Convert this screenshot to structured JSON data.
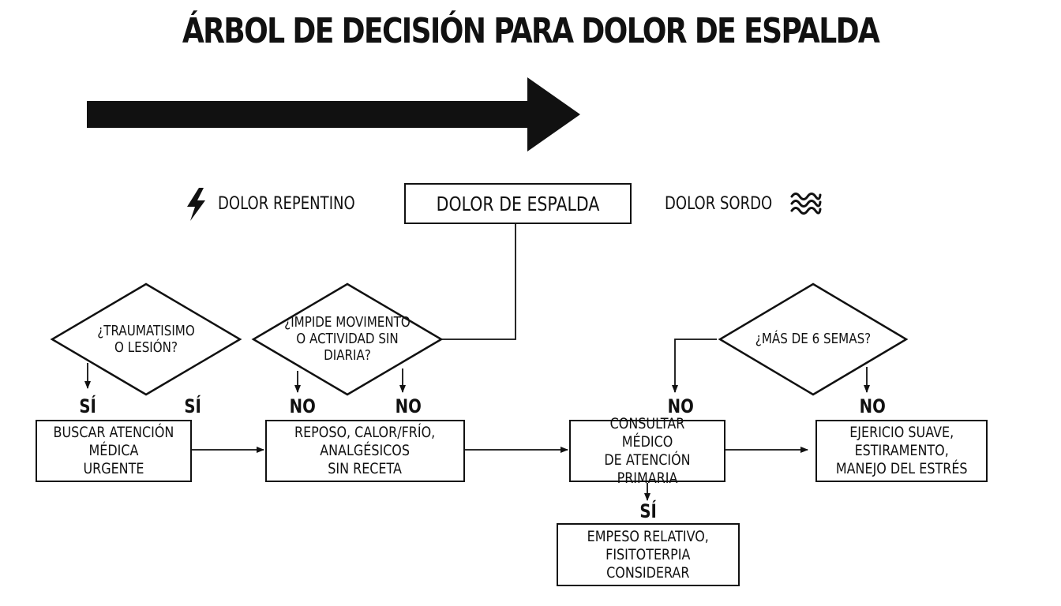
{
  "title": "ÁRBOL DE DECISIÓN PARA DOLOR DE ESPALDA",
  "icons": {
    "sudden": "lightning-bolt-icon",
    "dull": "wavy-lines-icon",
    "direction": "right-arrow-icon"
  },
  "side_labels": {
    "left": "DOLOR REPENTINO",
    "right": "DOLOR SORDO"
  },
  "root": "DOLOR DE ESPALDA",
  "decisions": {
    "trauma": "¿TRAUMATISIMO\nO LESIÓN?",
    "impede": "¿IMPIDE MOVIMENTO\nO ACTIVIDAD SIN\nDIARIA?",
    "weeks": "¿MÁS DE 6 SEMAS?"
  },
  "branches": {
    "trauma_si": "SÍ",
    "trauma_si_2": "SÍ",
    "impede_no_1": "NO",
    "impede_no_2": "NO",
    "weeks_no_1": "NO",
    "weeks_no_2": "NO",
    "consult_si": "SÍ"
  },
  "actions": {
    "urgent": "BUSCAR ATENCIÓN\nMÉDICA\nURGENTE",
    "rest": "REPOSO, CALOR/FRÍO,\nANALGÉSICOS\nSIN RECETA",
    "consult": "CONSULTAR MÉDICO\nDE ATENCIÓN\nPRIMARIA",
    "exercise": "EJERICIO SUAVE,\nESTIRAMENTO,\nMANEJO DEL ESTRÉS",
    "rest_relative": "EMPESO RELATIVO,\nFISITOTERPIA\nCONSIDERAR"
  }
}
